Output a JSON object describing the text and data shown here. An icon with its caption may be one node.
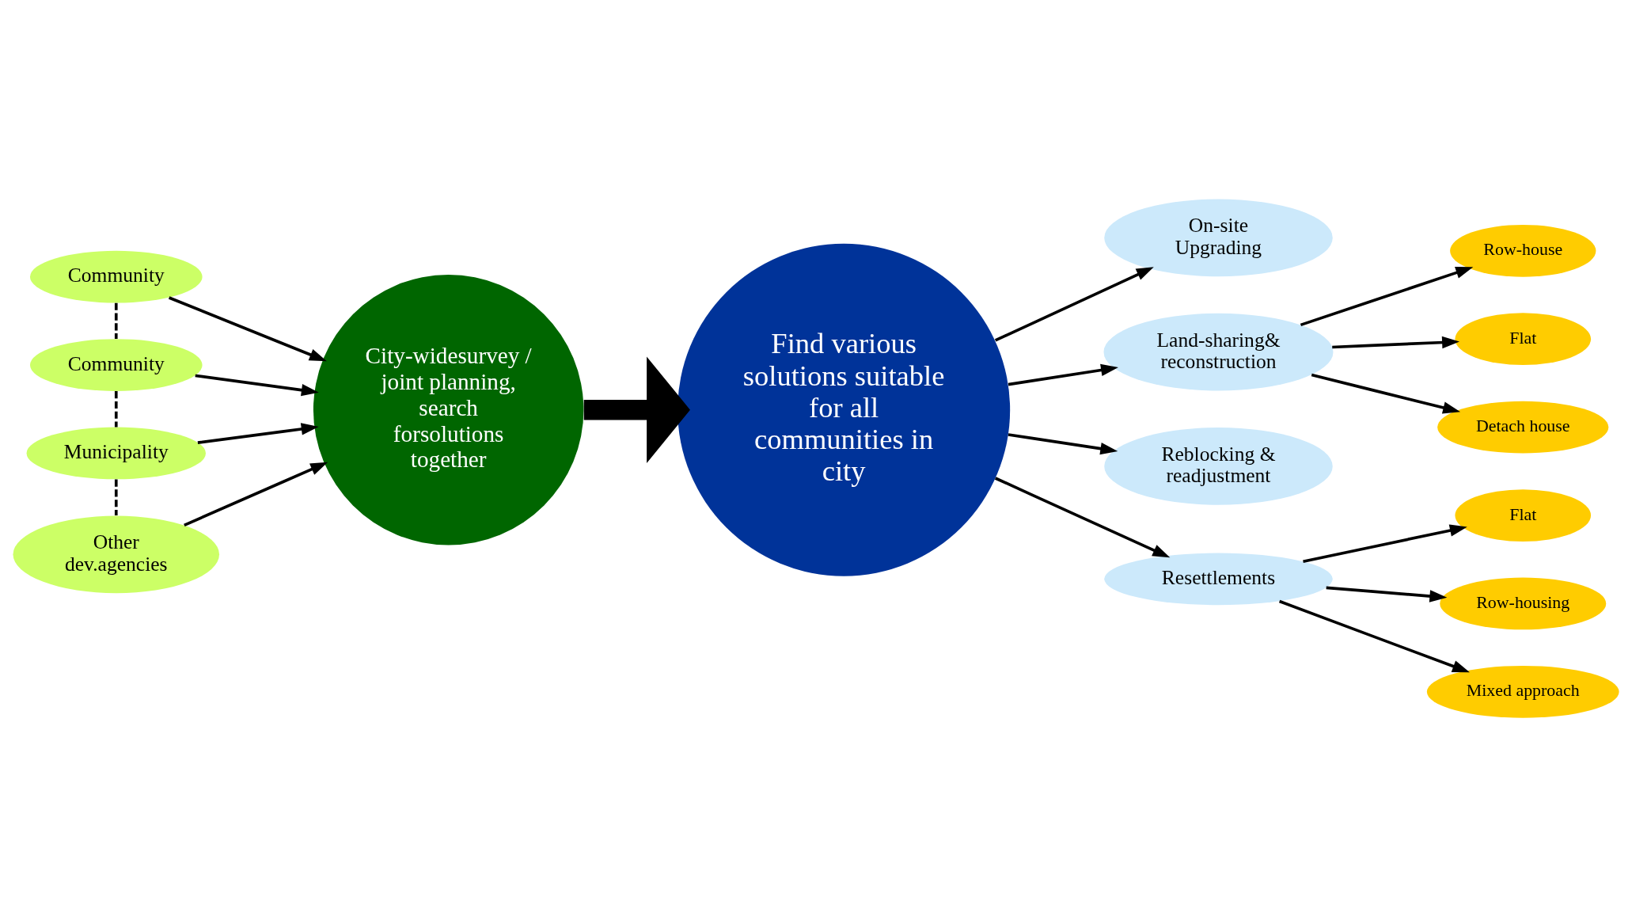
{
  "diagram": {
    "nodes": [
      {
        "text": [
          "Community"
        ]
      },
      {
        "text": [
          "Community"
        ]
      },
      {
        "text": [
          "Municipality"
        ]
      },
      {
        "text": [
          "Other dev.agencies"
        ]
      },
      {
        "text": [
          "City-widesurvey / joint planning, search forsolutions together"
        ]
      },
      {
        "text": [
          "Find various solutions suitable for all communities in city"
        ]
      },
      {
        "text": [
          "On-site Upgrading"
        ]
      },
      {
        "text": [
          "Land-sharing& reconstruction"
        ]
      },
      {
        "text": [
          "Reblocking & readjustment"
        ]
      },
      {
        "text": [
          "Resettlements"
        ]
      },
      {
        "text": [
          "Row-house"
        ]
      },
      {
        "text": [
          "Flat"
        ]
      },
      {
        "text": [
          "Detach house"
        ]
      },
      {
        "text": [
          "Flat"
        ]
      },
      {
        "text": [
          "Row-housing"
        ]
      },
      {
        "text": [
          "Mixed approach"
        ]
      }
    ],
    "edges": [
      {
        "from": 0,
        "to": 1,
        "arrow": "none",
        "style": "dashed"
      },
      {
        "from": 1,
        "to": 2,
        "arrow": "none",
        "style": "dashed"
      },
      {
        "from": 2,
        "to": 3,
        "arrow": "none",
        "style": "dashed"
      },
      {
        "from": 0,
        "to": 4,
        "arrow": "to"
      },
      {
        "from": 1,
        "to": 4,
        "arrow": "to"
      },
      {
        "from": 2,
        "to": 4,
        "arrow": "to"
      },
      {
        "from": 3,
        "to": 4,
        "arrow": "to"
      },
      {
        "from": 4,
        "to": 5,
        "arrow": "to",
        "style": "thick"
      },
      {
        "from": 5,
        "to": 6,
        "arrow": "to"
      },
      {
        "from": 5,
        "to": 7,
        "arrow": "to"
      },
      {
        "from": 5,
        "to": 8,
        "arrow": "to"
      },
      {
        "from": 5,
        "to": 9,
        "arrow": "to"
      },
      {
        "from": 7,
        "to": 10,
        "arrow": "to"
      },
      {
        "from": 7,
        "to": 11,
        "arrow": "to"
      },
      {
        "from": 7,
        "to": 12,
        "arrow": "to"
      },
      {
        "from": 9,
        "to": 13,
        "arrow": "to"
      },
      {
        "from": 9,
        "to": 14,
        "arrow": "to"
      },
      {
        "from": 9,
        "to": 15,
        "arrow": "to"
      }
    ]
  }
}
